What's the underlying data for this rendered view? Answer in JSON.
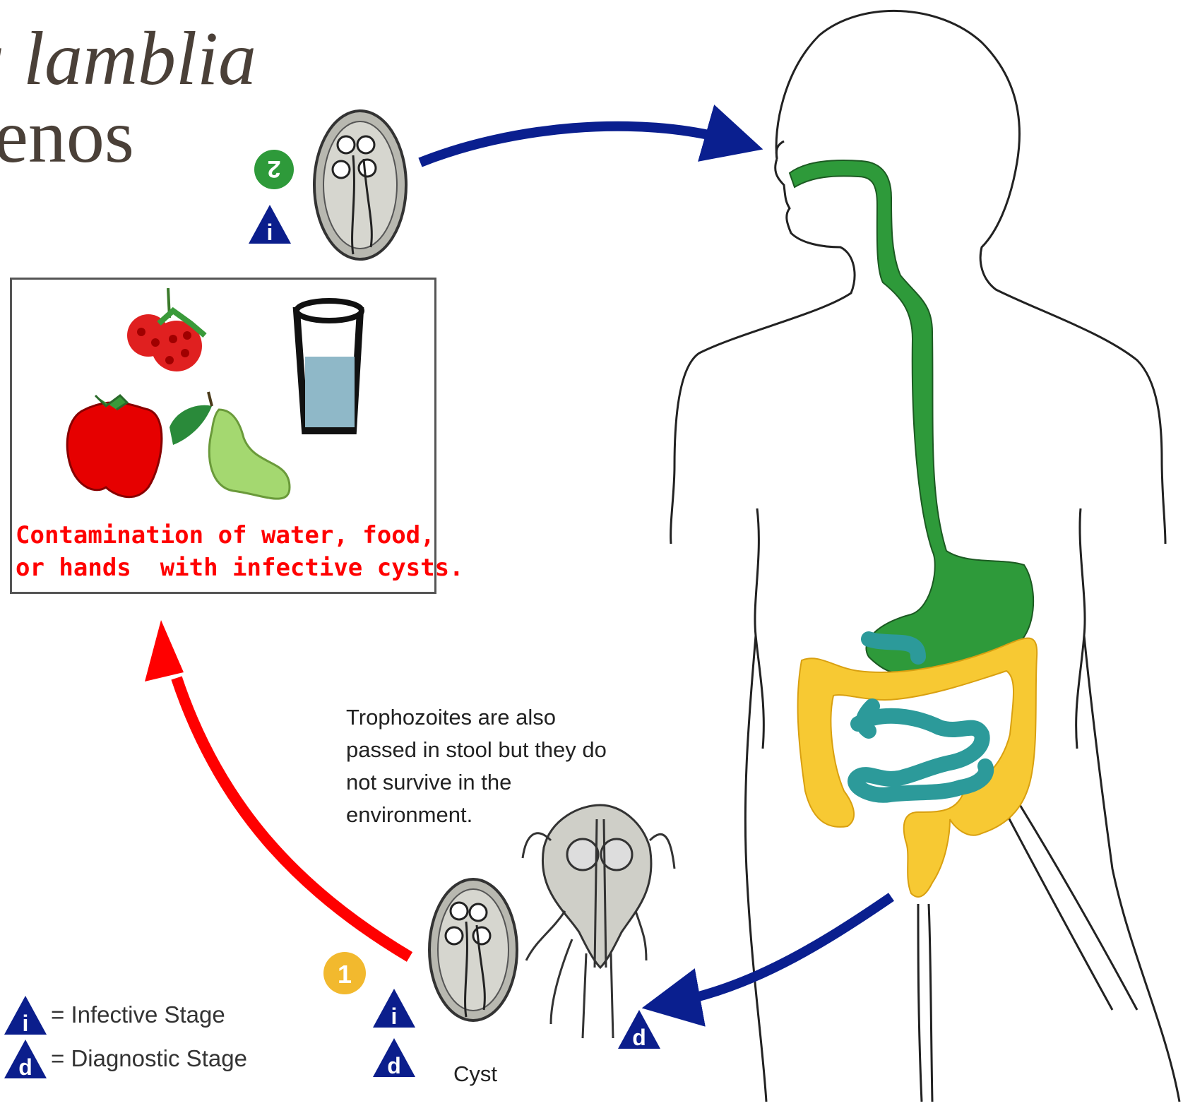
{
  "title": {
    "line1": "a lamblia",
    "line2": "enos"
  },
  "box": {
    "caption": "Contamination of water, food,\nor hands  with infective cysts."
  },
  "note": {
    "text": "Trophozoites are also passed in stool but they do not survive in the environment."
  },
  "legend": {
    "infective_symbol": "i",
    "infective_label": "= Infective Stage",
    "diagnostic_symbol": "d",
    "diagnostic_label": "= Diagnostic Stage"
  },
  "stages": {
    "step1": "1",
    "step2": "2",
    "cyst_label": "Cyst",
    "symbol_i": "i",
    "symbol_d": "d"
  },
  "colors": {
    "blue_arrow": "#0a1f8f",
    "red_arrow": "#ff0000",
    "gut_green": "#2e9a3a",
    "colon_yellow": "#f7c933",
    "small_intestine_teal": "#2c9a9a",
    "symbol_blue": "#0b1e8c",
    "step_badge_yellow": "#f2b92e",
    "step_badge_green": "#2e9a3a"
  }
}
